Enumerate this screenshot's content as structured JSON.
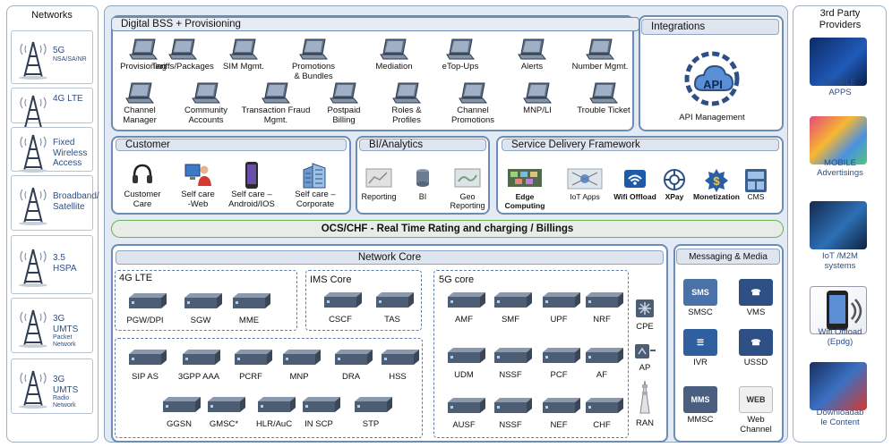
{
  "networks": {
    "title": "Networks",
    "items": [
      {
        "label": "5G",
        "sub": "NSA/SA/NR"
      },
      {
        "label": "4G LTE",
        "sub": ""
      },
      {
        "label": "Fixed\nWireless\nAccess",
        "sub": ""
      },
      {
        "label": "Broadband/\nSatellite",
        "sub": ""
      },
      {
        "label": "3.5\nHSPA",
        "sub": ""
      },
      {
        "label": "3G UMTS",
        "sub": "Packet\nNetwork"
      },
      {
        "label": "3G UMTS",
        "sub": "Radio Network"
      }
    ]
  },
  "bss": {
    "title": "Digital BSS + Provisioning",
    "row1": [
      "Provisioning",
      "Tariffs/Packages",
      "SIM Mgmt.",
      "Promotions\n& Bundles",
      "Mediation",
      "eTop-Ups",
      "Alerts",
      "Number  Mgmt."
    ],
    "row2": [
      "Channel\nManager",
      "Community\nAccounts",
      "Transaction Fraud\nMgmt.",
      "Postpaid\nBilling",
      "Roles &\nProfiles",
      "Channel\nPromotions",
      "MNP/LI",
      "Trouble Ticket"
    ]
  },
  "integrations": {
    "title": "Integrations",
    "badge": "API",
    "label": "API  Management"
  },
  "customer": {
    "title": "Customer",
    "items": [
      "Customer\nCare",
      "Self care\n-Web",
      "Self care –\nAndroid/IOS",
      "Self care –\nCorporate"
    ]
  },
  "bi": {
    "title": "BI/Analytics",
    "items": [
      "Reporting",
      "BI",
      "Geo\nReporting"
    ]
  },
  "sdf": {
    "title": "Service Delivery Framework",
    "items": [
      "Edge\nComputing",
      "IoT Apps",
      "Wifi Offload",
      "XPay",
      "Monetization",
      "CMS"
    ]
  },
  "ocs": {
    "title": "OCS/CHF - Real Time Rating and charging / Billings"
  },
  "core": {
    "title": "Network Core",
    "lte": {
      "title": "4G LTE",
      "items": [
        "PGW/DPI",
        "SGW",
        "MME"
      ]
    },
    "ims": {
      "title": "IMS Core",
      "items": [
        "CSCF",
        "TAS"
      ]
    },
    "legacy_row1": [
      "SIP AS",
      "3GPP AAA",
      "PCRF",
      "MNP",
      "DRA",
      "HSS"
    ],
    "legacy_row2": [
      "GGSN",
      "GMSC*",
      "HLR/AuC",
      "IN SCP",
      "STP"
    ],
    "g5": {
      "title": "5G core",
      "row1": [
        "AMF",
        "SMF",
        "UPF",
        "NRF"
      ],
      "row2": [
        "UDM",
        "NSSF",
        "PCF",
        "AF"
      ],
      "row3": [
        "AUSF",
        "NSSF",
        "NEF",
        "CHF"
      ]
    },
    "access": [
      "CPE",
      "AP",
      "RAN"
    ]
  },
  "messaging": {
    "title": "Messaging & Media",
    "items": [
      {
        "label": "SMSC",
        "icon": "SMS"
      },
      {
        "label": "VMS",
        "icon": ""
      },
      {
        "label": "IVR",
        "icon": ""
      },
      {
        "label": "USSD",
        "icon": ""
      },
      {
        "label": "MMSC",
        "icon": "MMS"
      },
      {
        "label": "Web\nChannel",
        "icon": "WEB"
      }
    ]
  },
  "providers": {
    "title": "3rd Party\nProviders",
    "items": [
      "MOBILE\nAPPS",
      "MOBILE\nAdvertisings",
      "IoT /M2M\nsystems",
      "Wifi Offload\n(Epdg)",
      "Downloadab\nle Content"
    ]
  },
  "colors": {
    "accent": "#2d4f84",
    "ne_top": "#8a99ad",
    "ne_bottom": "#4d5e74"
  }
}
